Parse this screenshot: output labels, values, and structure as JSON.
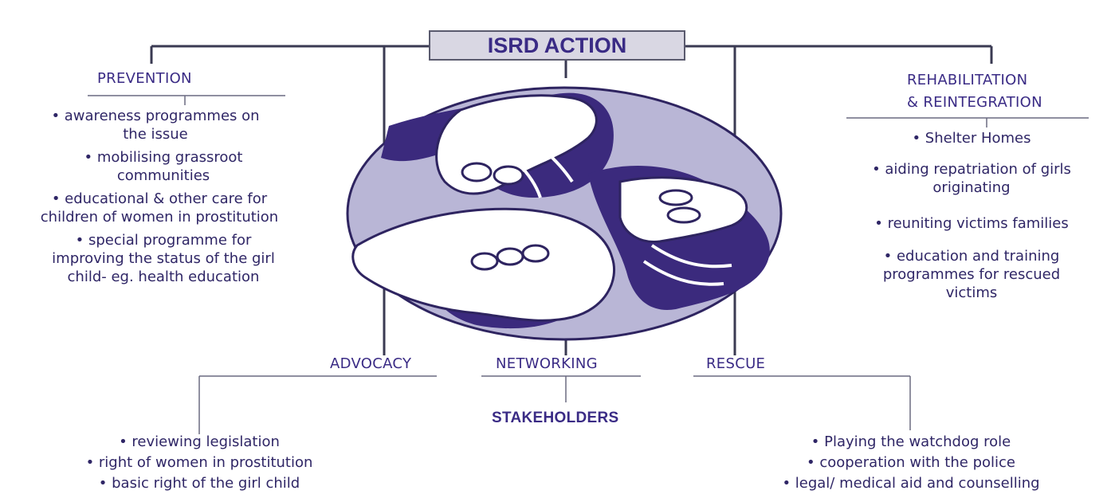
{
  "title": "ISRD ACTION",
  "prevention": {
    "heading": "PREVENTION",
    "items": [
      "• awareness programmes on the issue",
      "• mobilising grassroot communities",
      "• educational & other care for children of women in prostitution",
      "• special programme for improving the status of the girl child- eg. health education"
    ]
  },
  "rehabilitation": {
    "heading_line1": "REHABILITATION",
    "heading_line2": "& REINTEGRATION",
    "items": [
      "• Shelter Homes",
      "• aiding repatriation of girls originating",
      "• reuniting victims families",
      "• education and training programmes for rescued victims"
    ]
  },
  "advocacy": {
    "heading": "ADVOCACY",
    "items": [
      "• reviewing legislation",
      "• right of women in prostitution",
      "• basic right of the girl child"
    ]
  },
  "networking": {
    "heading": "NETWORKING",
    "sub": "STAKEHOLDERS"
  },
  "rescue": {
    "heading": "RESCUE",
    "items": [
      "• Playing the watchdog role",
      "• cooperation with the police",
      "• legal/ medical aid and counselling"
    ]
  },
  "colors": {
    "ink": "#3a2b85",
    "hand_dark": "#3b2a7d",
    "disc": "#b9b6d6",
    "title_fill": "#d9d7e3"
  }
}
